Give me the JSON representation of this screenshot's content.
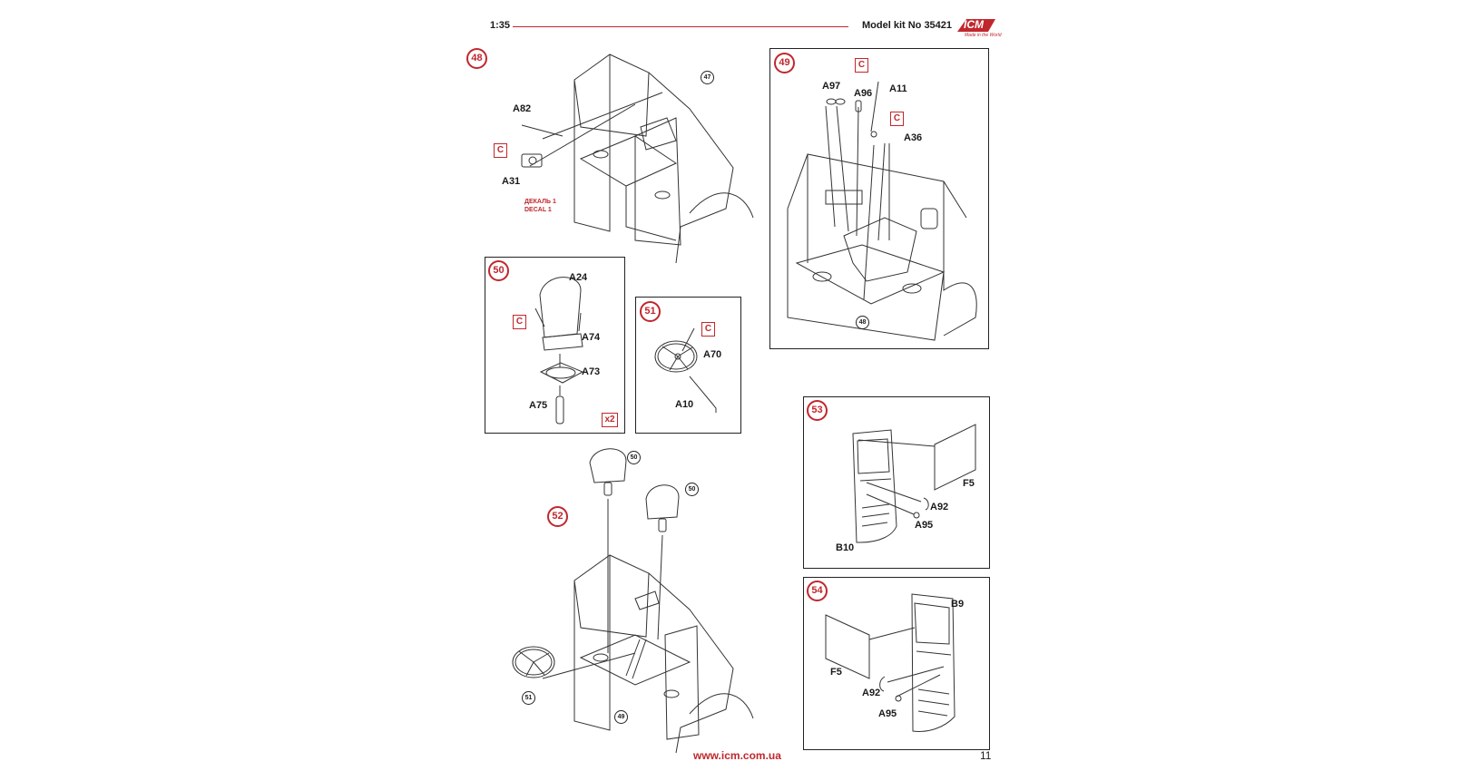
{
  "header": {
    "scale": "1:35",
    "kit": "Model kit No 35421",
    "logo": "ICM",
    "logo_tagline": "Made in the World"
  },
  "footer": {
    "url": "www.icm.com.ua",
    "page": "11"
  },
  "steps": {
    "s48": {
      "number": "48",
      "ref": "47",
      "parts": {
        "a82": "A82",
        "a31": "A31",
        "c": "C"
      },
      "decal_ru": "ДЕКАЛЬ 1",
      "decal_en": "DECAL 1"
    },
    "s49": {
      "number": "49",
      "ref": "48",
      "parts": {
        "a97": "A97",
        "a96": "A96",
        "a11": "A11",
        "a36": "A36",
        "c1": "C",
        "c2": "C"
      }
    },
    "s50": {
      "number": "50",
      "qty": "x2",
      "parts": {
        "a24": "A24",
        "a74": "A74",
        "a73": "A73",
        "a75": "A75",
        "c": "C"
      }
    },
    "s51": {
      "number": "51",
      "parts": {
        "a70": "A70",
        "a10": "A10",
        "c": "C"
      }
    },
    "s52": {
      "number": "52",
      "refs": {
        "r50a": "50",
        "r50b": "50",
        "r51": "51",
        "r49": "49"
      }
    },
    "s53": {
      "number": "53",
      "parts": {
        "f5": "F5",
        "a92": "A92",
        "a95": "A95",
        "b10": "B10"
      }
    },
    "s54": {
      "number": "54",
      "parts": {
        "b9": "B9",
        "f5": "F5",
        "a92": "A92",
        "a95": "A95"
      }
    }
  },
  "colors": {
    "accent": "#c0272d",
    "ink": "#1a1a1a"
  }
}
